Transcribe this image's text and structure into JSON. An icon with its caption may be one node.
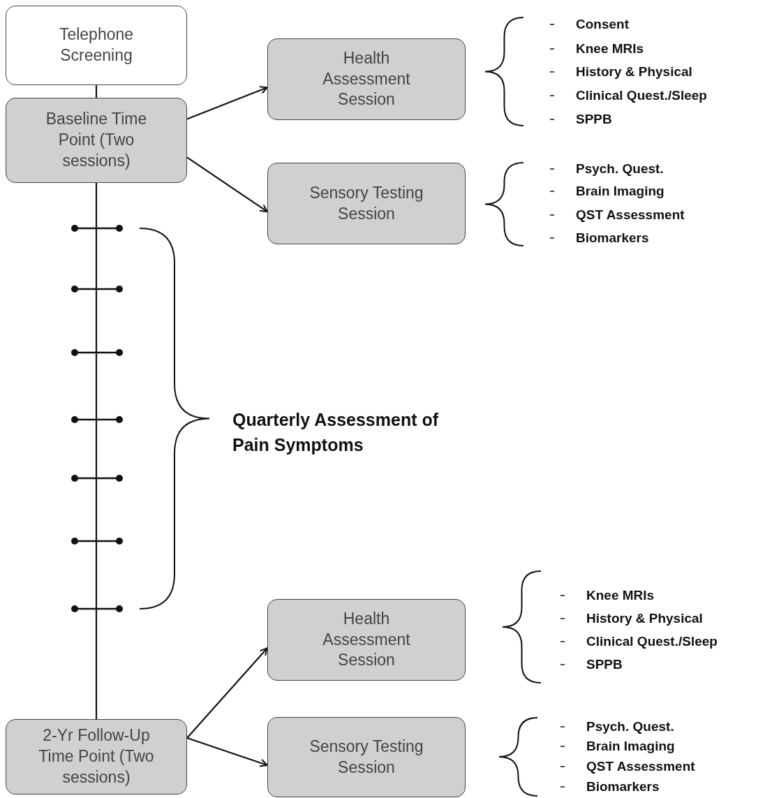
{
  "diagram": {
    "nodes": [
      {
        "text": [
          "Telephone Screening"
        ]
      },
      {
        "text": [
          "Baseline Time Point (Two sessions)"
        ]
      },
      {
        "text": [
          "Health Assessment Session"
        ]
      },
      {
        "text": [
          "Sensory Testing Session"
        ]
      },
      {
        "text": [
          "2-Yr Follow-Up Time Point (Two sessions)"
        ]
      },
      {
        "text": [
          "Health Assessment Session"
        ]
      },
      {
        "text": [
          "Sensory Testing Session"
        ]
      }
    ],
    "edges": [
      {
        "from": 0,
        "to": 1,
        "arrow": "none"
      },
      {
        "from": 1,
        "to": 2,
        "arrow": "to"
      },
      {
        "from": 1,
        "to": 3,
        "arrow": "to"
      },
      {
        "from": 1,
        "to": 4,
        "arrow": "none"
      },
      {
        "from": 4,
        "to": 5,
        "arrow": "to"
      },
      {
        "from": 4,
        "to": 6,
        "arrow": "to"
      }
    ],
    "labels": [
      "Consent",
      "Knee MRIs",
      "History & Physical",
      "Clinical Quest./Sleep",
      "SPPB",
      "Psych. Quest.",
      "Brain Imaging",
      "QST Assessment",
      "Biomarkers",
      "Quarterly Assessment of Pain Symptoms",
      "Knee MRIs",
      "History & Physical",
      "Clinical Quest./Sleep",
      "SPPB",
      "Psych. Quest.",
      "Brain Imaging",
      "QST Assessment",
      "Biomarkers"
    ]
  }
}
